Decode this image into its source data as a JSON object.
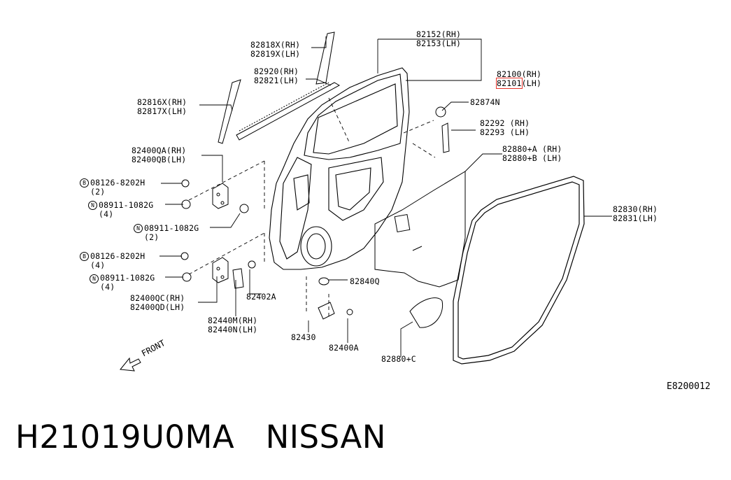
{
  "labels": {
    "l82818": "82818X(RH)\n82819X(LH)",
    "l82920": "82920(RH)\n82821(LH)",
    "l82816": "82816X(RH)\n82817X(LH)",
    "l82152": "82152(RH)\n82153(LH)",
    "l82100_rh": "82100(RH)",
    "l82101_code": "82101",
    "l82101_side": "(LH)",
    "l82874": "82874N",
    "l82292": "82292 (RH)\n82293 (LH)",
    "l82880ab": "82880+A (RH)\n82880+B (LH)",
    "l82400qa": "82400QA(RH)\n82400QB(LH)",
    "l08126_top": "08126-8202H\n(2)",
    "l08911_top": "08911-1082G\n(4)",
    "l08911_mid": "08911-1082G\n(2)",
    "l08126_bot": "08126-8202H\n(4)",
    "l08911_bot": "08911-1082G\n(4)",
    "l82400qc": "82400QC(RH)\n82400QD(LH)",
    "l82440": "82440M(RH)\n82440N(LH)",
    "l82402a": "82402A",
    "l82840q": "82840Q",
    "l82430": "82430",
    "l82400a": "82400A",
    "l82880c": "82880+C",
    "l82830": "82830(RH)\n82831(LH)",
    "circle_b": "B",
    "circle_n": "N"
  },
  "diagram_code": "E8200012",
  "front_label": "FRONT",
  "footer": {
    "part_number": "H21019U0MA",
    "brand": "NISSAN"
  }
}
